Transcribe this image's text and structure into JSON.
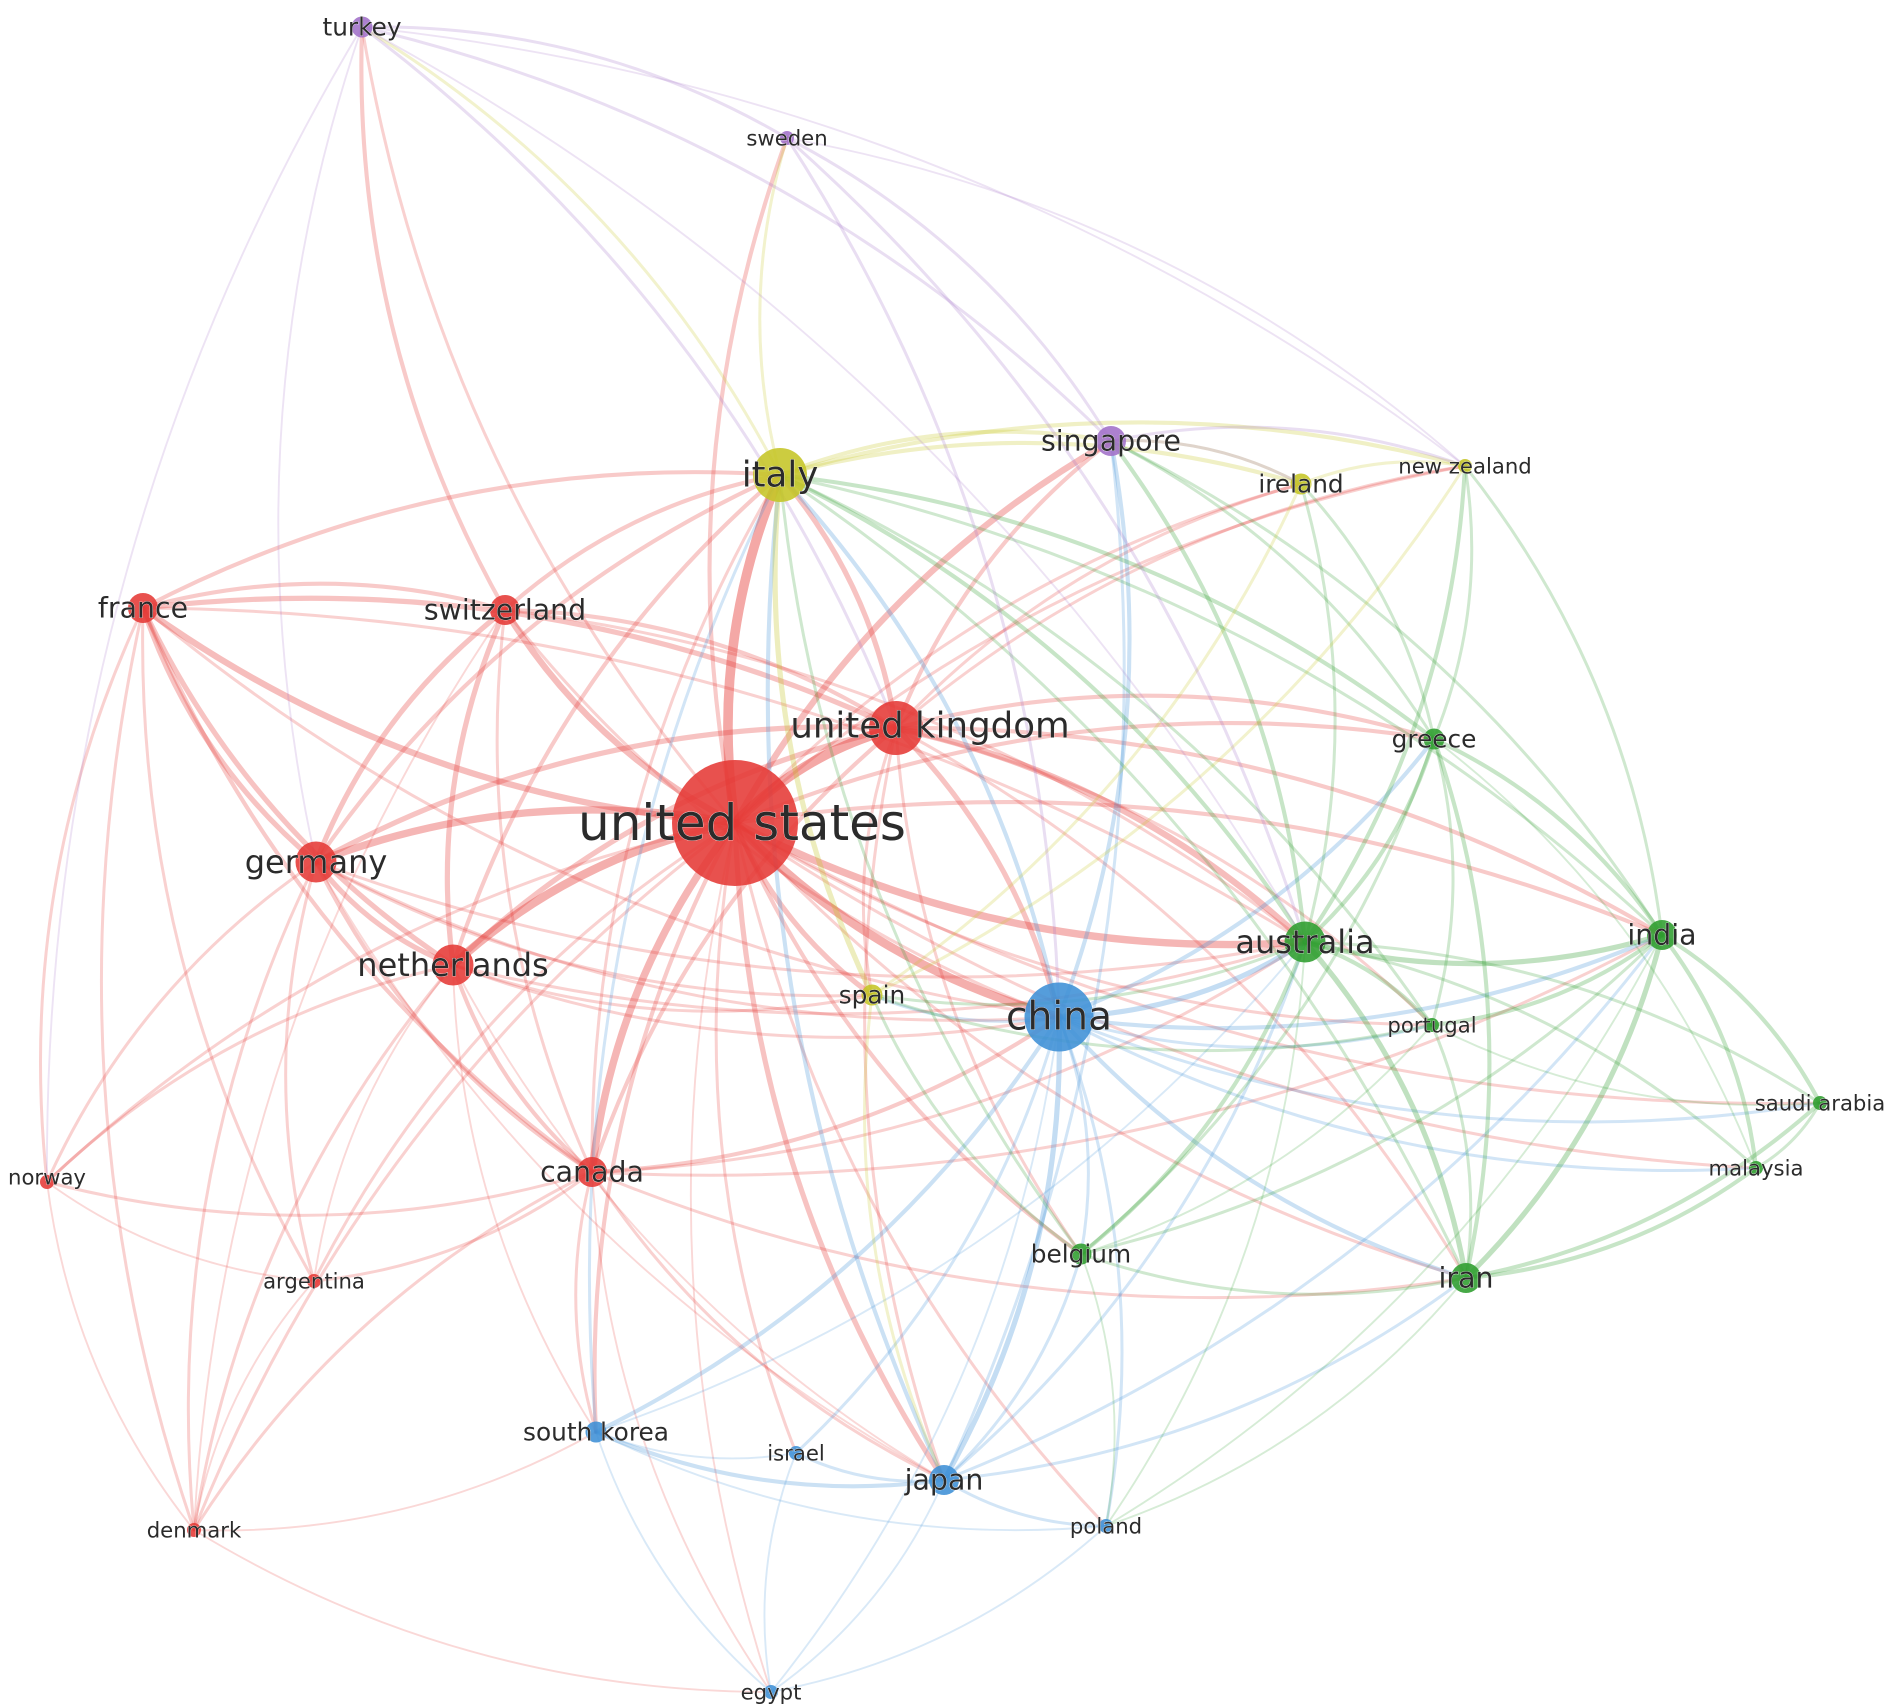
{
  "colors": {
    "red": "#e53935",
    "green": "#2e9d2e",
    "blue": "#3d8fd6",
    "yellow": "#c5c525",
    "purple": "#a170c8",
    "label": "#2b2b2b"
  },
  "nodes": [
    {
      "id": "united states",
      "label": "united states",
      "cluster": "red",
      "size": 10
    },
    {
      "id": "united kingdom",
      "label": "united kingdom",
      "cluster": "red",
      "size": 6
    },
    {
      "id": "germany",
      "label": "germany",
      "cluster": "red",
      "size": 5
    },
    {
      "id": "netherlands",
      "label": "netherlands",
      "cluster": "red",
      "size": 5
    },
    {
      "id": "france",
      "label": "france",
      "cluster": "red",
      "size": 4
    },
    {
      "id": "switzerland",
      "label": "switzerland",
      "cluster": "red",
      "size": 4
    },
    {
      "id": "canada",
      "label": "canada",
      "cluster": "red",
      "size": 4
    },
    {
      "id": "norway",
      "label": "norway",
      "cluster": "red",
      "size": 2
    },
    {
      "id": "argentina",
      "label": "argentina",
      "cluster": "red",
      "size": 2
    },
    {
      "id": "denmark",
      "label": "denmark",
      "cluster": "red",
      "size": 2
    },
    {
      "id": "china",
      "label": "china",
      "cluster": "blue",
      "size": 7
    },
    {
      "id": "japan",
      "label": "japan",
      "cluster": "blue",
      "size": 4
    },
    {
      "id": "south korea",
      "label": "south korea",
      "cluster": "blue",
      "size": 3
    },
    {
      "id": "israel",
      "label": "israel",
      "cluster": "blue",
      "size": 2
    },
    {
      "id": "poland",
      "label": "poland",
      "cluster": "blue",
      "size": 2
    },
    {
      "id": "egypt",
      "label": "egypt",
      "cluster": "blue",
      "size": 2
    },
    {
      "id": "australia",
      "label": "australia",
      "cluster": "green",
      "size": 5
    },
    {
      "id": "india",
      "label": "india",
      "cluster": "green",
      "size": 4
    },
    {
      "id": "greece",
      "label": "greece",
      "cluster": "green",
      "size": 3
    },
    {
      "id": "iran",
      "label": "iran",
      "cluster": "green",
      "size": 4
    },
    {
      "id": "portugal",
      "label": "portugal",
      "cluster": "green",
      "size": 2
    },
    {
      "id": "belgium",
      "label": "belgium",
      "cluster": "green",
      "size": 3
    },
    {
      "id": "saudi arabia",
      "label": "saudi arabia",
      "cluster": "green",
      "size": 2
    },
    {
      "id": "malaysia",
      "label": "malaysia",
      "cluster": "green",
      "size": 2
    },
    {
      "id": "italy",
      "label": "italy",
      "cluster": "yellow",
      "size": 6
    },
    {
      "id": "spain",
      "label": "spain",
      "cluster": "yellow",
      "size": 3
    },
    {
      "id": "ireland",
      "label": "ireland",
      "cluster": "yellow",
      "size": 3
    },
    {
      "id": "new zealand",
      "label": "new zealand",
      "cluster": "yellow",
      "size": 2
    },
    {
      "id": "singapore",
      "label": "singapore",
      "cluster": "purple",
      "size": 4
    },
    {
      "id": "sweden",
      "label": "sweden",
      "cluster": "purple",
      "size": 2
    },
    {
      "id": "turkey",
      "label": "turkey",
      "cluster": "purple",
      "size": 3
    }
  ],
  "links": [
    [
      "united states",
      "united kingdom",
      8
    ],
    [
      "united states",
      "italy",
      8
    ],
    [
      "united states",
      "china",
      7
    ],
    [
      "united states",
      "germany",
      6
    ],
    [
      "united states",
      "netherlands",
      7
    ],
    [
      "united states",
      "canada",
      6
    ],
    [
      "united states",
      "switzerland",
      5
    ],
    [
      "united states",
      "france",
      5
    ],
    [
      "united states",
      "australia",
      6
    ],
    [
      "united states",
      "singapore",
      5
    ],
    [
      "united states",
      "japan",
      4
    ],
    [
      "united states",
      "spain",
      4
    ],
    [
      "united states",
      "india",
      3
    ],
    [
      "united states",
      "greece",
      3
    ],
    [
      "united states",
      "belgium",
      3
    ],
    [
      "united states",
      "south korea",
      3
    ],
    [
      "united states",
      "iran",
      2
    ],
    [
      "united states",
      "portugal",
      2
    ],
    [
      "united states",
      "ireland",
      2
    ],
    [
      "united states",
      "new zealand",
      2
    ],
    [
      "united states",
      "sweden",
      3
    ],
    [
      "united states",
      "turkey",
      2
    ],
    [
      "united states",
      "norway",
      2
    ],
    [
      "united states",
      "argentina",
      2
    ],
    [
      "united states",
      "denmark",
      2
    ],
    [
      "united states",
      "israel",
      2
    ],
    [
      "united states",
      "poland",
      2
    ],
    [
      "united states",
      "saudi arabia",
      2
    ],
    [
      "united states",
      "malaysia",
      2
    ],
    [
      "united states",
      "egypt",
      1
    ],
    [
      "united kingdom",
      "italy",
      4
    ],
    [
      "united kingdom",
      "china",
      4
    ],
    [
      "united kingdom",
      "germany",
      4
    ],
    [
      "united kingdom",
      "netherlands",
      4
    ],
    [
      "united kingdom",
      "australia",
      5
    ],
    [
      "united kingdom",
      "france",
      4
    ],
    [
      "united kingdom",
      "switzerland",
      3
    ],
    [
      "united kingdom",
      "canada",
      3
    ],
    [
      "united kingdom",
      "india",
      3
    ],
    [
      "united kingdom",
      "greece",
      3
    ],
    [
      "united kingdom",
      "singapore",
      3
    ],
    [
      "united kingdom",
      "spain",
      2
    ],
    [
      "united kingdom",
      "iran",
      2
    ],
    [
      "united kingdom",
      "japan",
      2
    ],
    [
      "united kingdom",
      "ireland",
      2
    ],
    [
      "united kingdom",
      "new zealand",
      2
    ],
    [
      "united kingdom",
      "belgium",
      2
    ],
    [
      "united kingdom",
      "portugal",
      2
    ],
    [
      "germany",
      "netherlands",
      4
    ],
    [
      "germany",
      "france",
      4
    ],
    [
      "germany",
      "switzerland",
      4
    ],
    [
      "germany",
      "italy",
      3
    ],
    [
      "germany",
      "canada",
      3
    ],
    [
      "germany",
      "norway",
      2
    ],
    [
      "germany",
      "argentina",
      2
    ],
    [
      "germany",
      "denmark",
      2
    ],
    [
      "germany",
      "china",
      2
    ],
    [
      "germany",
      "australia",
      2
    ],
    [
      "germany",
      "spain",
      2
    ],
    [
      "germany",
      "japan",
      1
    ],
    [
      "netherlands",
      "france",
      4
    ],
    [
      "netherlands",
      "switzerland",
      4
    ],
    [
      "netherlands",
      "canada",
      3
    ],
    [
      "netherlands",
      "italy",
      3
    ],
    [
      "netherlands",
      "china",
      2
    ],
    [
      "netherlands",
      "australia",
      2
    ],
    [
      "netherlands",
      "norway",
      2
    ],
    [
      "netherlands",
      "argentina",
      1
    ],
    [
      "netherlands",
      "denmark",
      2
    ],
    [
      "netherlands",
      "spain",
      2
    ],
    [
      "netherlands",
      "japan",
      1
    ],
    [
      "netherlands",
      "south korea",
      1
    ],
    [
      "france",
      "switzerland",
      3
    ],
    [
      "france",
      "canada",
      3
    ],
    [
      "france",
      "italy",
      3
    ],
    [
      "france",
      "norway",
      2
    ],
    [
      "france",
      "argentina",
      2
    ],
    [
      "france",
      "denmark",
      2
    ],
    [
      "france",
      "china",
      2
    ],
    [
      "france",
      "australia",
      2
    ],
    [
      "switzerland",
      "italy",
      3
    ],
    [
      "switzerland",
      "canada",
      2
    ],
    [
      "switzerland",
      "turkey",
      3
    ],
    [
      "switzerland",
      "china",
      2
    ],
    [
      "switzerland",
      "australia",
      2
    ],
    [
      "switzerland",
      "denmark",
      1
    ],
    [
      "canada",
      "china",
      3
    ],
    [
      "canada",
      "australia",
      2
    ],
    [
      "canada",
      "japan",
      2
    ],
    [
      "canada",
      "south korea",
      2
    ],
    [
      "canada",
      "norway",
      2
    ],
    [
      "canada",
      "argentina",
      2
    ],
    [
      "canada",
      "denmark",
      2
    ],
    [
      "canada",
      "italy",
      2
    ],
    [
      "canada",
      "iran",
      2
    ],
    [
      "canada",
      "india",
      2
    ],
    [
      "canada",
      "egypt",
      1
    ],
    [
      "norway",
      "denmark",
      1
    ],
    [
      "norway",
      "argentina",
      1
    ],
    [
      "argentina",
      "denmark",
      1
    ],
    [
      "china",
      "japan",
      4
    ],
    [
      "china",
      "australia",
      4
    ],
    [
      "china",
      "south korea",
      3
    ],
    [
      "china",
      "singapore",
      3
    ],
    [
      "china",
      "india",
      3
    ],
    [
      "china",
      "iran",
      3
    ],
    [
      "china",
      "greece",
      3
    ],
    [
      "china",
      "belgium",
      2
    ],
    [
      "china",
      "portugal",
      2
    ],
    [
      "china",
      "italy",
      3
    ],
    [
      "china",
      "israel",
      2
    ],
    [
      "china",
      "poland",
      2
    ],
    [
      "china",
      "saudi arabia",
      2
    ],
    [
      "china",
      "malaysia",
      2
    ],
    [
      "china",
      "egypt",
      1
    ],
    [
      "china",
      "spain",
      2
    ],
    [
      "japan",
      "south korea",
      3
    ],
    [
      "japan",
      "poland",
      2
    ],
    [
      "japan",
      "israel",
      2
    ],
    [
      "japan",
      "egypt",
      1
    ],
    [
      "japan",
      "belgium",
      2
    ],
    [
      "japan",
      "australia",
      2
    ],
    [
      "japan",
      "italy",
      3
    ],
    [
      "japan",
      "singapore",
      2
    ],
    [
      "japan",
      "iran",
      2
    ],
    [
      "japan",
      "india",
      2
    ],
    [
      "south korea",
      "israel",
      1
    ],
    [
      "south korea",
      "egypt",
      1
    ],
    [
      "south korea",
      "poland",
      1
    ],
    [
      "south korea",
      "italy",
      2
    ],
    [
      "south korea",
      "australia",
      1
    ],
    [
      "australia",
      "india",
      4
    ],
    [
      "australia",
      "greece",
      3
    ],
    [
      "australia",
      "iran",
      4
    ],
    [
      "australia",
      "portugal",
      3
    ],
    [
      "australia",
      "belgium",
      3
    ],
    [
      "australia",
      "malaysia",
      2
    ],
    [
      "australia",
      "saudi arabia",
      2
    ],
    [
      "australia",
      "italy",
      3
    ],
    [
      "australia",
      "singapore",
      3
    ],
    [
      "australia",
      "new zealand",
      3
    ],
    [
      "australia",
      "ireland",
      2
    ],
    [
      "australia",
      "spain",
      2
    ],
    [
      "australia",
      "poland",
      1
    ],
    [
      "india",
      "iran",
      4
    ],
    [
      "india",
      "greece",
      3
    ],
    [
      "india",
      "saudi arabia",
      3
    ],
    [
      "india",
      "malaysia",
      3
    ],
    [
      "india",
      "portugal",
      3
    ],
    [
      "india",
      "belgium",
      2
    ],
    [
      "india",
      "italy",
      2
    ],
    [
      "india",
      "new zealand",
      2
    ],
    [
      "india",
      "singapore",
      2
    ],
    [
      "india",
      "poland",
      1
    ],
    [
      "iran",
      "saudi arabia",
      3
    ],
    [
      "iran",
      "malaysia",
      3
    ],
    [
      "iran",
      "greece",
      3
    ],
    [
      "iran",
      "portugal",
      2
    ],
    [
      "iran",
      "belgium",
      2
    ],
    [
      "iran",
      "italy",
      2
    ],
    [
      "iran",
      "poland",
      1
    ],
    [
      "greece",
      "portugal",
      2
    ],
    [
      "greece",
      "italy",
      3
    ],
    [
      "greece",
      "belgium",
      2
    ],
    [
      "greece",
      "ireland",
      2
    ],
    [
      "greece",
      "new zealand",
      2
    ],
    [
      "greece",
      "singapore",
      2
    ],
    [
      "greece",
      "malaysia",
      1
    ],
    [
      "portugal",
      "spain",
      2
    ],
    [
      "portugal",
      "italy",
      2
    ],
    [
      "portugal",
      "belgium",
      1
    ],
    [
      "portugal",
      "saudi arabia",
      1
    ],
    [
      "belgium",
      "italy",
      2
    ],
    [
      "belgium",
      "spain",
      2
    ],
    [
      "belgium",
      "poland",
      1
    ],
    [
      "saudi arabia",
      "malaysia",
      2
    ],
    [
      "italy",
      "spain",
      4
    ],
    [
      "italy",
      "singapore",
      3
    ],
    [
      "italy",
      "ireland",
      3
    ],
    [
      "italy",
      "new zealand",
      3
    ],
    [
      "italy",
      "sweden",
      2
    ],
    [
      "italy",
      "turkey",
      2
    ],
    [
      "spain",
      "ireland",
      2
    ],
    [
      "spain",
      "new zealand",
      2
    ],
    [
      "spain",
      "japan",
      2
    ],
    [
      "ireland",
      "new zealand",
      2
    ],
    [
      "ireland",
      "singapore",
      2
    ],
    [
      "singapore",
      "sweden",
      2
    ],
    [
      "singapore",
      "turkey",
      2
    ],
    [
      "singapore",
      "new zealand",
      2
    ],
    [
      "singapore",
      "ireland",
      2
    ],
    [
      "sweden",
      "turkey",
      2
    ],
    [
      "sweden",
      "new zealand",
      1
    ],
    [
      "sweden",
      "australia",
      2
    ],
    [
      "sweden",
      "china",
      2
    ],
    [
      "turkey",
      "new zealand",
      1
    ],
    [
      "turkey",
      "australia",
      1
    ],
    [
      "turkey",
      "united kingdom",
      2
    ],
    [
      "turkey",
      "germany",
      1
    ],
    [
      "turkey",
      "norway",
      1
    ],
    [
      "egypt",
      "poland",
      1
    ],
    [
      "egypt",
      "israel",
      1
    ],
    [
      "denmark",
      "south korea",
      1
    ],
    [
      "denmark",
      "egypt",
      1
    ]
  ]
}
